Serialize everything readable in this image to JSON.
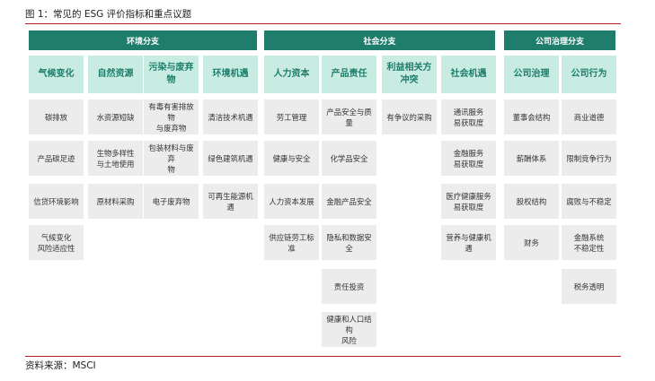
{
  "figure": {
    "title": "图 1：常见的 ESG 评价指标和重点议题",
    "source": "资料来源：MSCI"
  },
  "groups": [
    {
      "name": "环境分支",
      "columns": [
        {
          "label": "气候变化",
          "items": [
            "碳排放",
            "产品碳足迹",
            "信贷环境影响",
            "气候变化\n风险适应性"
          ]
        },
        {
          "label": "自然资源",
          "items": [
            "水资源短缺",
            "生物多样性\n与土地使用",
            "原材料采购"
          ]
        },
        {
          "label": "污染与废弃物",
          "items": [
            "有毒有害排放物\n与废弃物",
            "包装材料与废弃\n物",
            "电子废弃物"
          ]
        },
        {
          "label": "环境机遇",
          "items": [
            "清洁技术机遇",
            "绿色建筑机遇",
            "可再生能源机遇"
          ]
        }
      ]
    },
    {
      "name": "社会分支",
      "columns": [
        {
          "label": "人力资本",
          "items": [
            "劳工管理",
            "健康与安全",
            "人力资本发展",
            "供应链劳工标准"
          ]
        },
        {
          "label": "产品责任",
          "items": [
            "产品安全与质量",
            "化学品安全",
            "金融产品安全",
            "隐私和数据安全",
            "责任投资",
            "健康和人口结构\n风险"
          ]
        },
        {
          "label": "利益相关方\n冲突",
          "items": [
            "有争议的采购"
          ]
        },
        {
          "label": "社会机遇",
          "items": [
            "通讯服务\n易获取度",
            "金融服务\n易获取度",
            "医疗健康服务\n易获取度",
            "营养与健康机遇"
          ]
        }
      ]
    },
    {
      "name": "公司治理分支",
      "columns": [
        {
          "label": "公司治理",
          "items": [
            "董事会结构",
            "薪酬体系",
            "股权结构",
            "财务"
          ]
        },
        {
          "label": "公司行为",
          "items": [
            "商业道德",
            "限制竞争行为",
            "腐败与不稳定",
            "金融系统\n不稳定性",
            "税务透明"
          ]
        }
      ]
    }
  ]
}
